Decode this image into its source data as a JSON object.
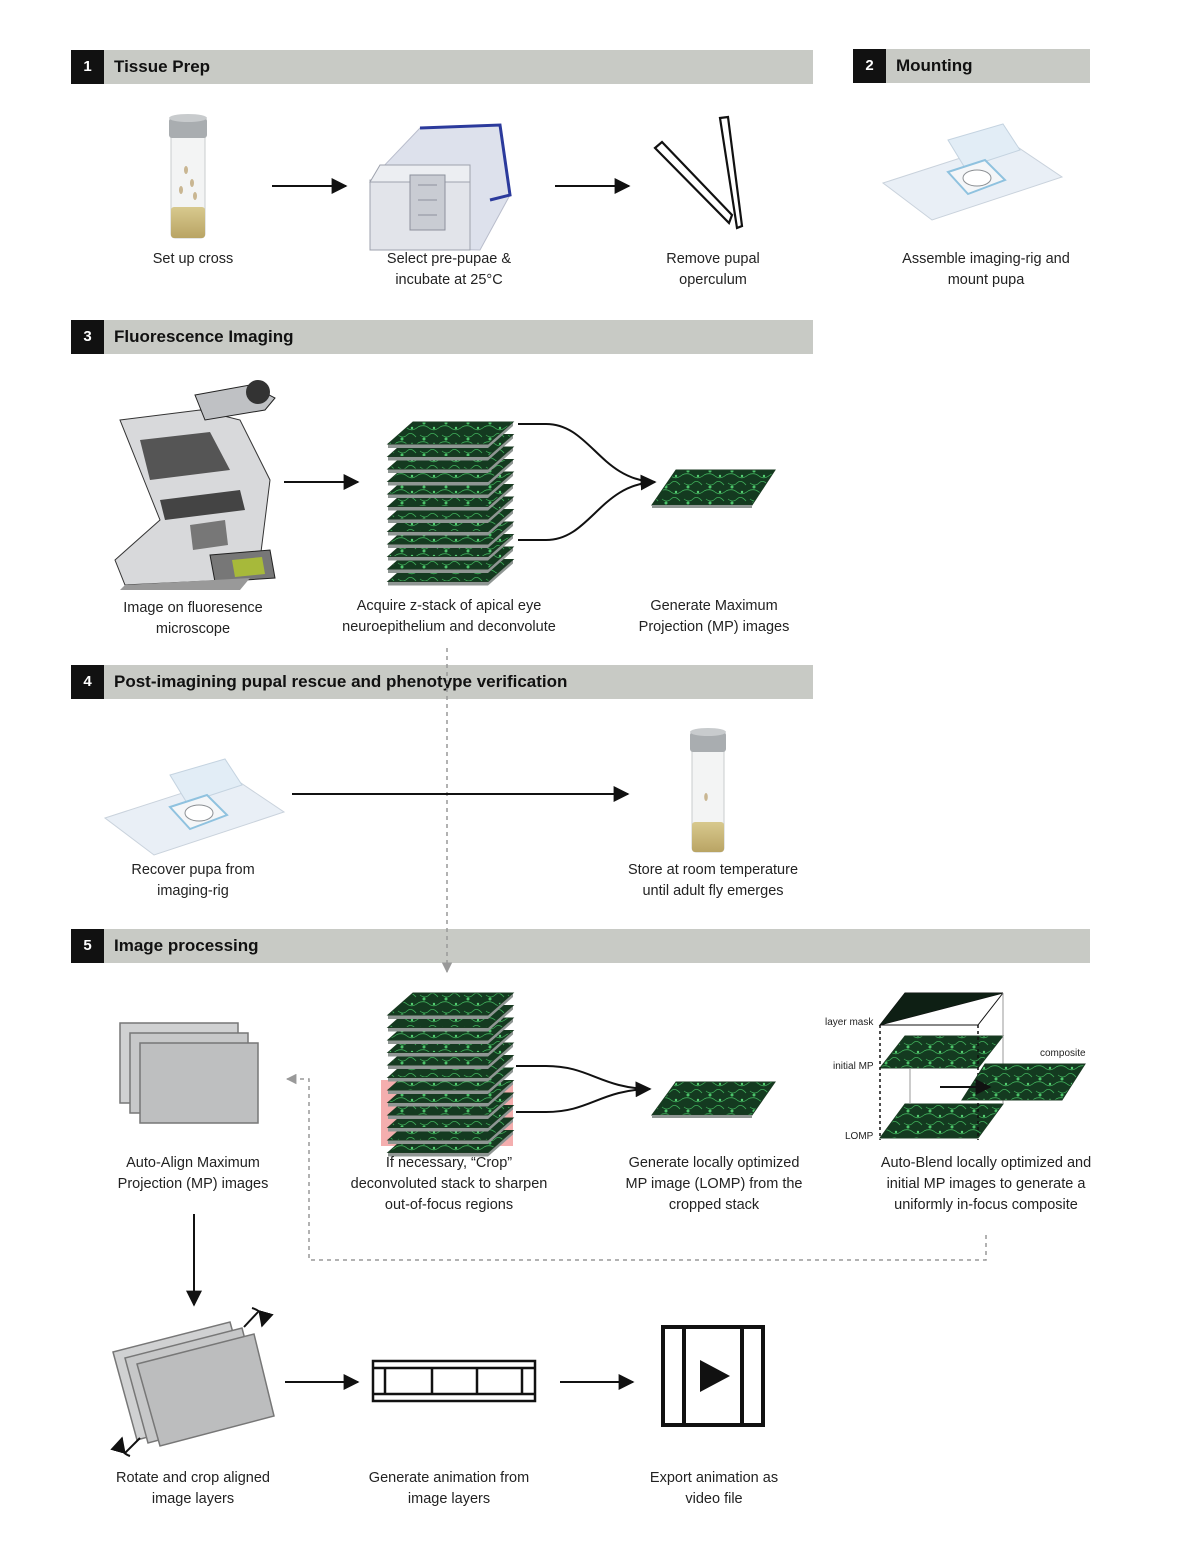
{
  "sections": [
    {
      "num": "1",
      "title": "Tissue Prep"
    },
    {
      "num": "2",
      "title": "Mounting"
    },
    {
      "num": "3",
      "title": "Fluorescence Imaging"
    },
    {
      "num": "4",
      "title": "Post-imagining pupal rescue and phenotype verification"
    },
    {
      "num": "5",
      "title": "Image processing"
    }
  ],
  "steps": {
    "set_up_cross": "Set up cross",
    "select_prepupae": [
      "Select pre-pupae &",
      "incubate at 25°C"
    ],
    "remove_operculum": [
      "Remove pupal",
      "operculum"
    ],
    "assemble_rig": [
      "Assemble imaging-rig and",
      "mount pupa"
    ],
    "image_microscope": [
      "Image on fluoresence",
      "microscope"
    ],
    "acquire_zstack": [
      "Acquire z-stack of apical eye",
      "neuroepithelium and deconvolute"
    ],
    "generate_mp": [
      "Generate Maximum",
      "Projection (MP) images"
    ],
    "recover_pupa": [
      "Recover pupa from",
      "imaging-rig"
    ],
    "store_room_temp": [
      "Store at room temperature",
      "until adult fly emerges"
    ],
    "auto_align": [
      "Auto-Align Maximum",
      "Projection (MP) images"
    ],
    "crop_stack": [
      "If necessary, “Crop”",
      "deconvoluted stack to sharpen",
      "out-of-focus regions"
    ],
    "generate_lomp": [
      "Generate locally optimized",
      "MP image (LOMP) from the",
      "cropped stack"
    ],
    "auto_blend": [
      "Auto-Blend locally optimized and",
      "initial MP images to generate a",
      "uniformly in-focus composite"
    ],
    "rotate_crop": [
      "Rotate and crop aligned",
      "image layers"
    ],
    "generate_animation": [
      "Generate animation from",
      "image layers"
    ],
    "export_animation": [
      "Export animation as",
      "video file"
    ]
  },
  "blend_labels": {
    "layer_mask": "layer mask",
    "initial_mp": "initial MP",
    "lomp": "LOMP",
    "composite": "composite"
  },
  "icons": [
    "fly-vial-icon",
    "incubator-icon",
    "forceps-icon",
    "slide-rig-icon",
    "microscope-icon",
    "z-stack-icon",
    "mp-image-icon",
    "align-layers-icon",
    "blend-icon",
    "rotate-icon",
    "film-strip-icon",
    "video-file-icon"
  ],
  "colors": {
    "header_bg": "#c8cac5",
    "number_bg": "#111111",
    "tissue_green": "#1d4a2a",
    "crop_highlight": "#f2a0a0",
    "vial_food": "#c9b77a"
  }
}
